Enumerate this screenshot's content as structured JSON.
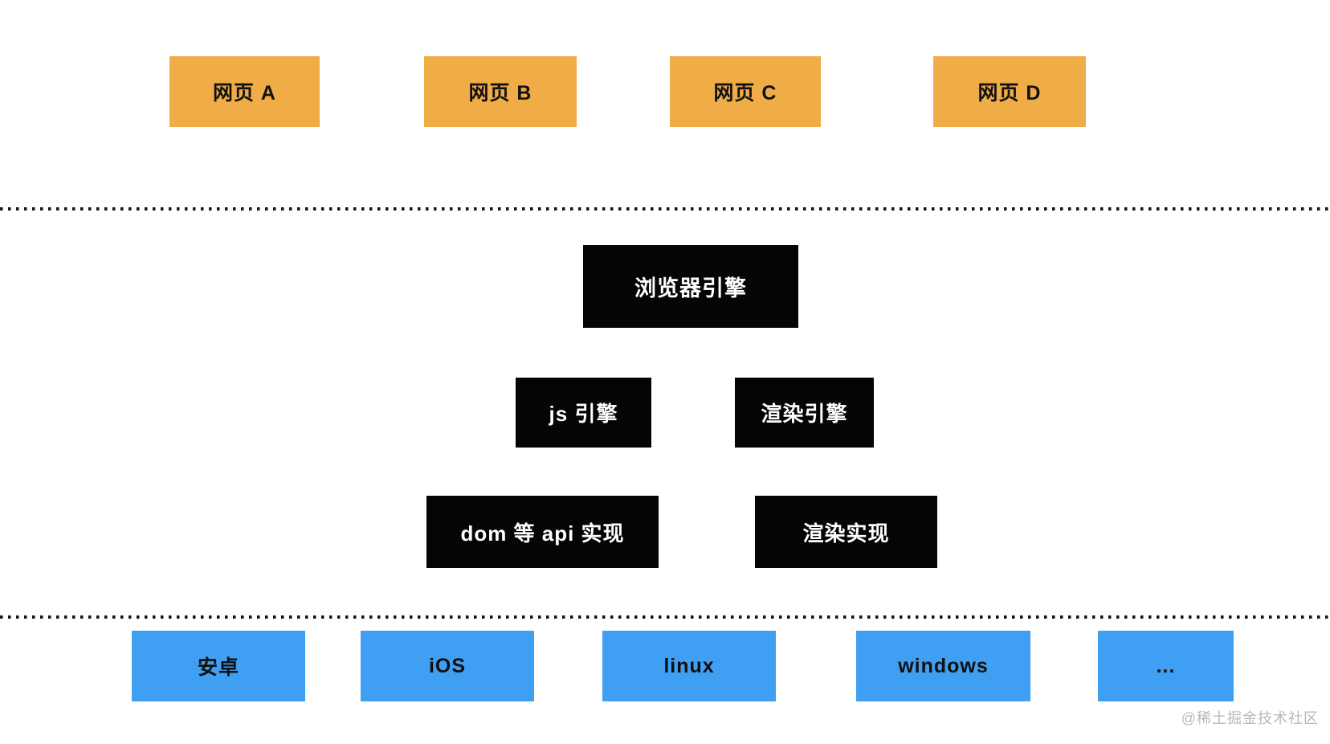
{
  "diagram": {
    "title": "browser-architecture-diagram",
    "colors": {
      "page_box": "#f0ac46",
      "engine_box": "#050505",
      "platform_box": "#3f9ff3",
      "separator_dot": "#151515",
      "watermark": "#b9b9b9"
    },
    "pages": {
      "a": "网页 A",
      "b": "网页 B",
      "c": "网页 C",
      "d": "网页 D"
    },
    "engine_layer": {
      "browser_engine": "浏览器引擎",
      "js_engine": "js 引擎",
      "render_engine": "渲染引擎",
      "dom_api_impl": "dom 等 api 实现",
      "render_impl": "渲染实现"
    },
    "platforms": {
      "android": "安卓",
      "ios": "iOS",
      "linux": "linux",
      "windows": "windows",
      "more": "..."
    },
    "watermark": "@稀土掘金技术社区"
  }
}
